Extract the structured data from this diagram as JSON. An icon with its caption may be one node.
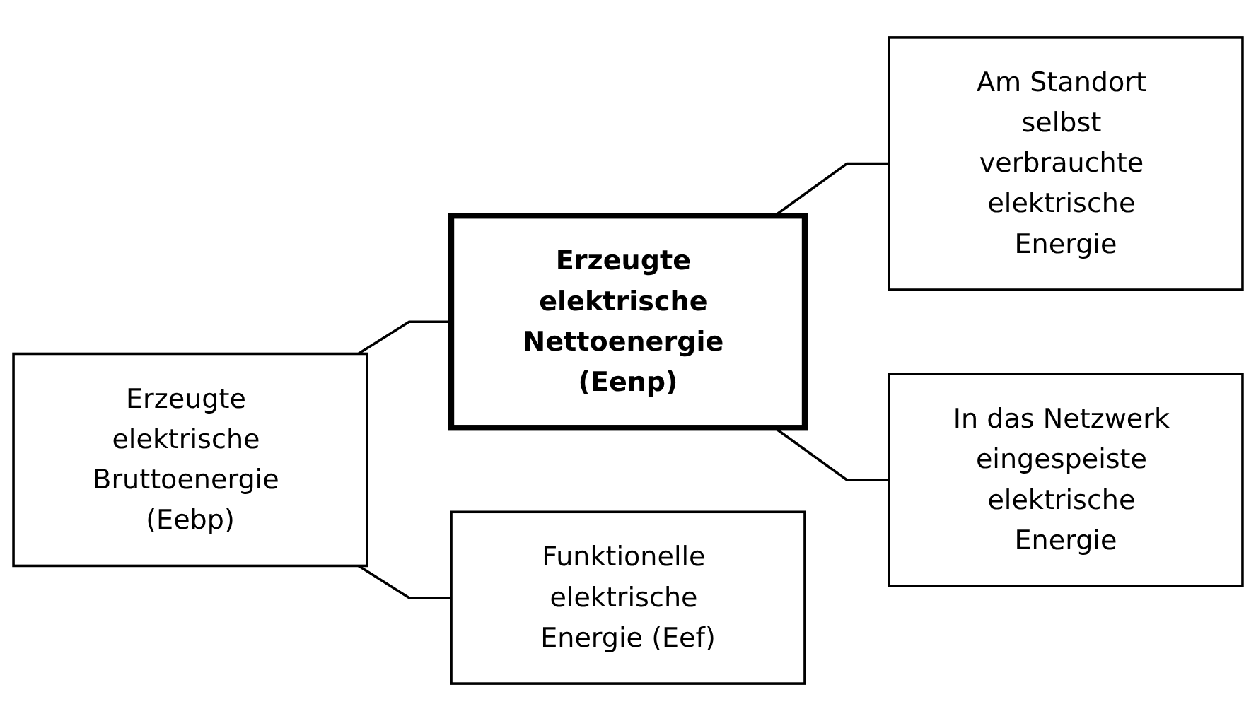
{
  "diagram": {
    "nodes": [
      {
        "text": [
          "Erzeugte elektrische Bruttoenergie (Eebp)"
        ]
      },
      {
        "text": [
          "Erzeugte elektrische Nettoenergie (Eenp)"
        ]
      },
      {
        "text": [
          "Funktionelle elektrische Energie (Eef)"
        ]
      },
      {
        "text": [
          "Am Standort selbst verbrauchte elektrische Energie"
        ]
      },
      {
        "text": [
          "In das Netzwerk eingespeiste elektrische Energie"
        ]
      }
    ],
    "edges": [
      {
        "from": 0,
        "to": 1,
        "arrow": "none"
      },
      {
        "from": 0,
        "to": 2,
        "arrow": "none"
      },
      {
        "from": 1,
        "to": 3,
        "arrow": "none"
      },
      {
        "from": 1,
        "to": 4,
        "arrow": "none"
      }
    ]
  }
}
